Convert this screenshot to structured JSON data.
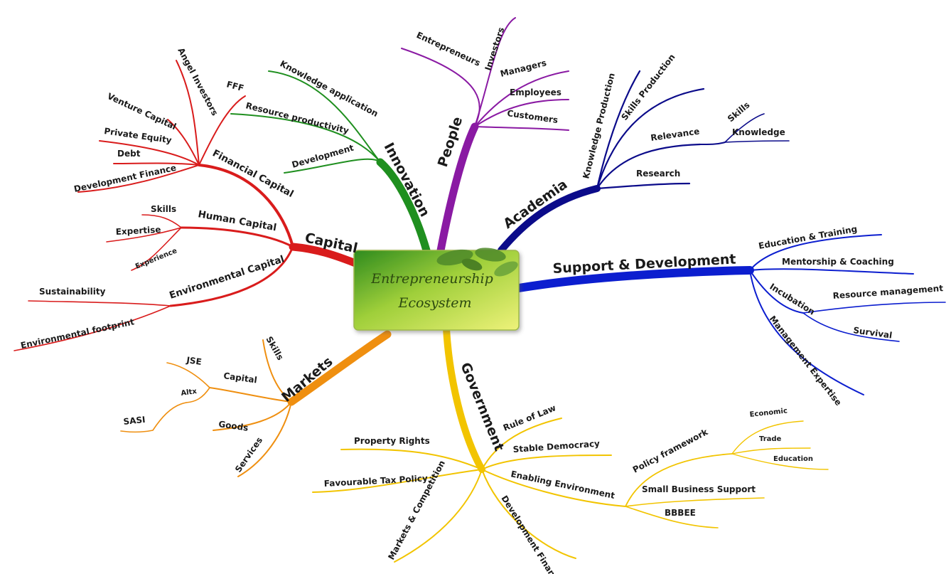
{
  "center": {
    "line1": "Entrepreneurship",
    "line2": "Ecosystem"
  },
  "colors": {
    "capital": "#d91c1c",
    "innovation": "#1f8f1f",
    "people": "#8a1aa3",
    "academia": "#0b0b8a",
    "support": "#0c1ecf",
    "government": "#f2c400",
    "markets": "#ef8f10"
  },
  "branches": {
    "capital": {
      "label": "Capital",
      "financial": {
        "label": "Financial Capital",
        "items": [
          "Angel Investors",
          "FFF",
          "Venture Capital",
          "Private Equity",
          "Debt",
          "Development Finance"
        ]
      },
      "human": {
        "label": "Human Capital",
        "items": [
          "Skills",
          "Expertise",
          "Experience"
        ]
      },
      "environmental": {
        "label": "Environmental Capital",
        "items": [
          "Sustainability",
          "Environmental footprint"
        ]
      }
    },
    "innovation": {
      "label": "Innovation",
      "items": [
        "Knowledge application",
        "Resource productivity",
        "Development"
      ]
    },
    "people": {
      "label": "People",
      "items": [
        "Entrepreneurs",
        "Investors",
        "Managers",
        "Employees",
        "Customers"
      ]
    },
    "academia": {
      "label": "Academia",
      "items": [
        "Knowledge Production",
        "Skills Production",
        "Relevance",
        "Research"
      ],
      "relevance_items": [
        "Skills",
        "Knowledge"
      ]
    },
    "support": {
      "label": "Support & Development",
      "items": [
        "Education & Training",
        "Mentorship & Coaching",
        "Incubation",
        "Management Expertise"
      ],
      "incubation_items": [
        "Resource management",
        "Survival"
      ]
    },
    "government": {
      "label": "Government",
      "items": [
        "Property Rights",
        "Rule of Law",
        "Stable Democracy",
        "Favourable Tax Policy",
        "Enabling Environment",
        "Markets & Competition",
        "Development Finance"
      ],
      "enabling": {
        "policy_label": "Policy framework",
        "policy_items": [
          "Economic",
          "Trade",
          "Education"
        ],
        "items": [
          "Small Business Support",
          "BBBEE"
        ]
      }
    },
    "markets": {
      "label": "Markets",
      "capital": {
        "label": "Capital",
        "items": [
          "JSE",
          "Altx",
          "SASI"
        ]
      },
      "items": [
        "Skills",
        "Goods",
        "Services"
      ]
    }
  }
}
